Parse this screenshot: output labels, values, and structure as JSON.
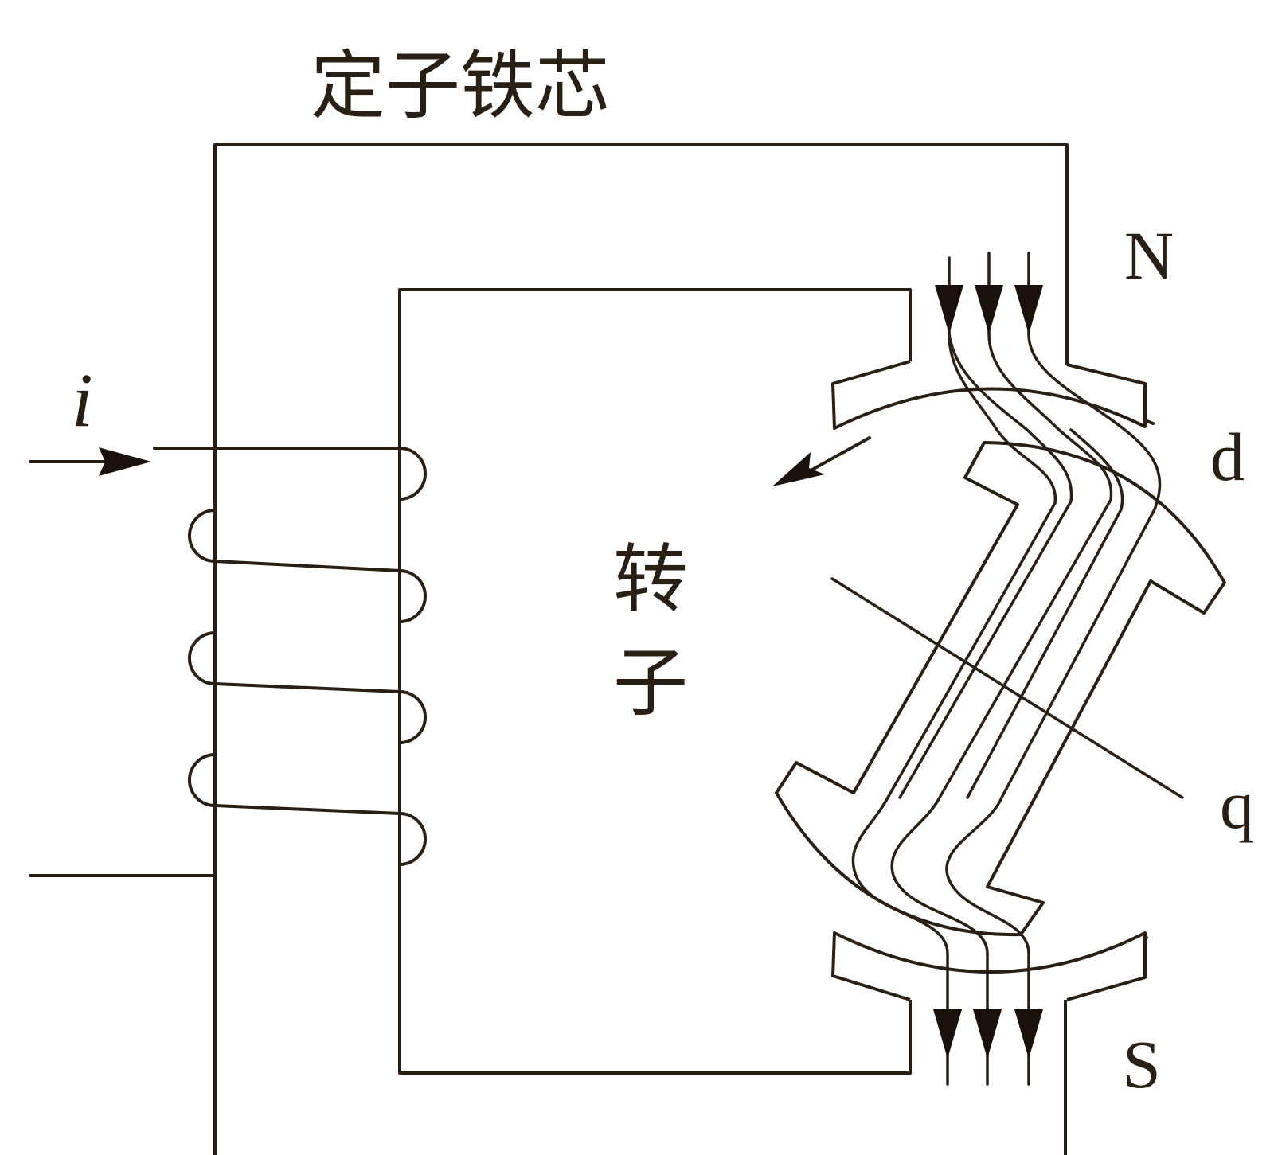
{
  "labels": {
    "stator_core": "定子铁芯",
    "rotor_char_1": "转",
    "rotor_char_2": "子",
    "current": "i",
    "north": "N",
    "south": "S",
    "d_axis": "d",
    "q_axis": "q"
  },
  "colors": {
    "line": "#2a1f14",
    "background": "#ffffff"
  }
}
